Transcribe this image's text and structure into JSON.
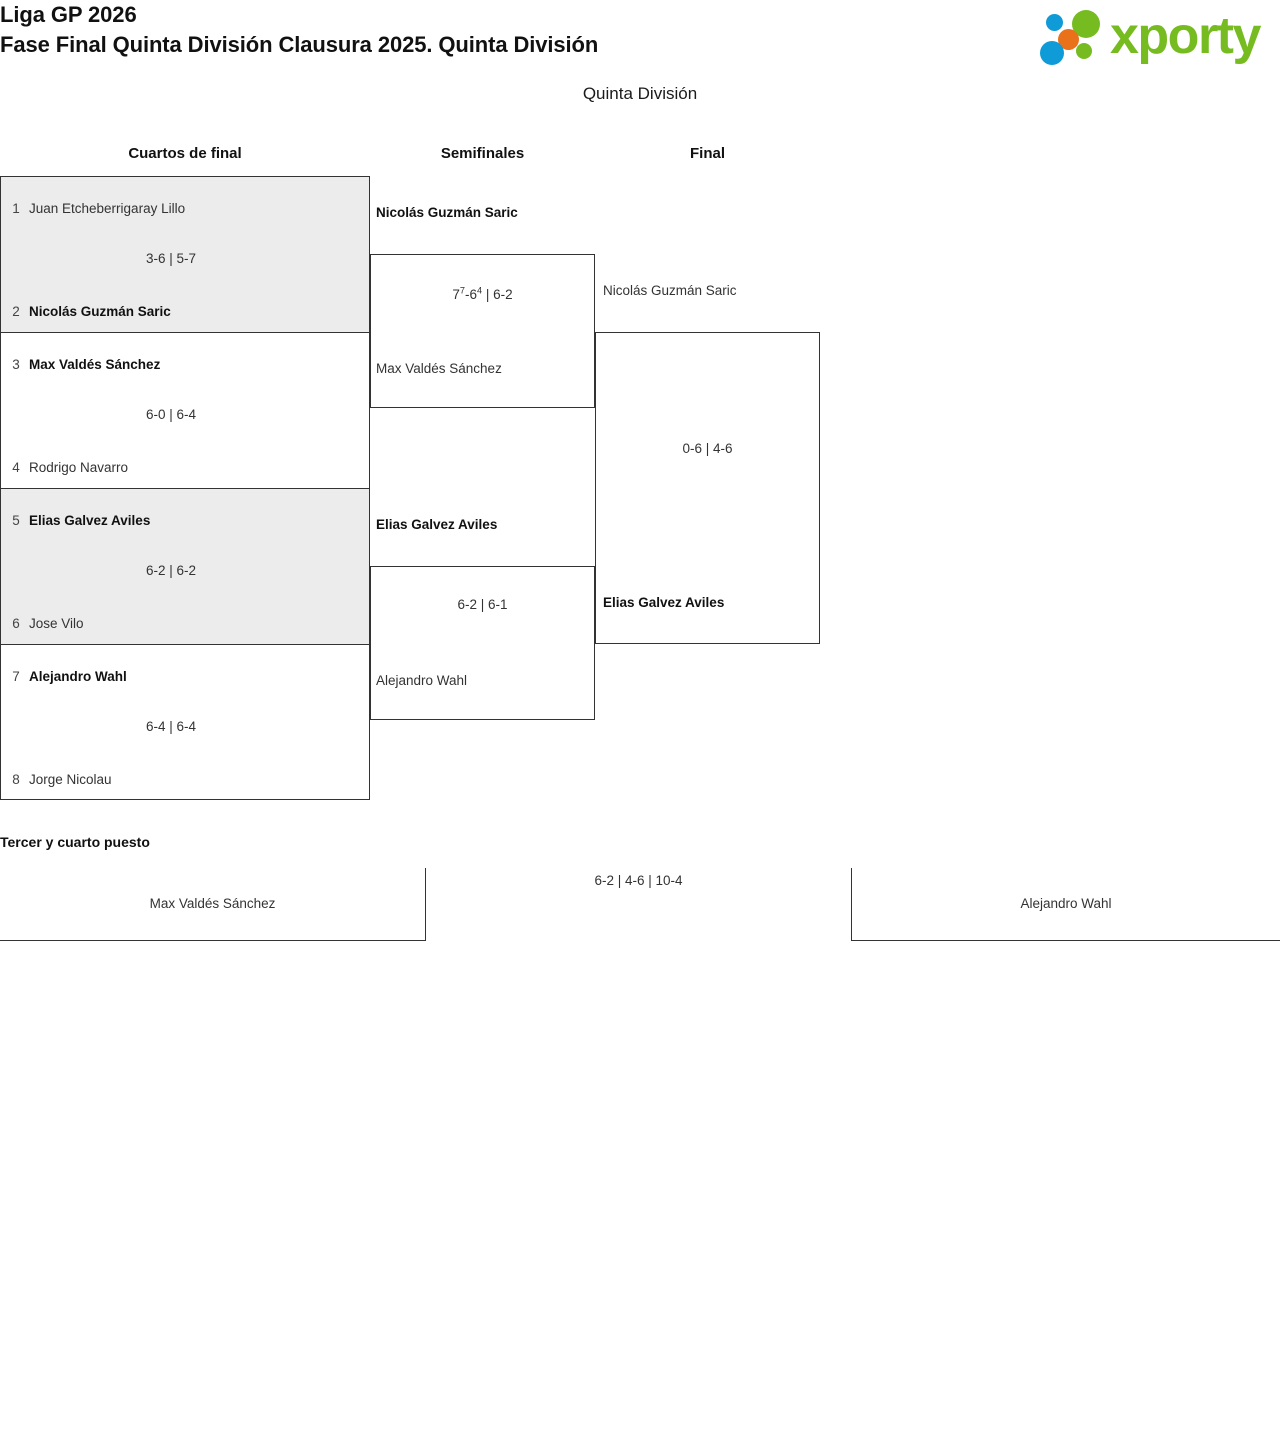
{
  "header": {
    "title_line1": "Liga GP 2026",
    "title_line2": "Fase Final Quinta División Clausura 2025. Quinta División",
    "subtitle": "Quinta División",
    "logo_text": "xporty",
    "logo_colors": {
      "green": "#76bc21",
      "blue": "#0f9bd7",
      "orange": "#e8711a"
    }
  },
  "rounds": {
    "quarterfinals_label": "Cuartos de final",
    "semifinals_label": "Semifinales",
    "final_label": "Final"
  },
  "quarterfinals": [
    {
      "shaded": true,
      "top": {
        "seed": "1",
        "name": "Juan Etcheberrigaray Lillo",
        "winner": false
      },
      "bottom": {
        "seed": "2",
        "name": "Nicolás Guzmán Saric",
        "winner": true
      },
      "score": "3-6 | 5-7"
    },
    {
      "shaded": false,
      "top": {
        "seed": "3",
        "name": "Max Valdés Sánchez",
        "winner": true
      },
      "bottom": {
        "seed": "4",
        "name": "Rodrigo Navarro",
        "winner": false
      },
      "score": "6-0 | 6-4"
    },
    {
      "shaded": true,
      "top": {
        "seed": "5",
        "name": "Elias Galvez Aviles",
        "winner": true
      },
      "bottom": {
        "seed": "6",
        "name": "Jose Vilo",
        "winner": false
      },
      "score": "6-2 | 6-2"
    },
    {
      "shaded": false,
      "top": {
        "seed": "7",
        "name": "Alejandro Wahl",
        "winner": true
      },
      "bottom": {
        "seed": "8",
        "name": "Jorge Nicolau",
        "winner": false
      },
      "score": "6-4 | 6-4"
    }
  ],
  "semifinals": [
    {
      "top_name": "Nicolás Guzmán Saric",
      "top_winner": true,
      "bottom_name": "Max Valdés Sánchez",
      "bottom_winner": false,
      "score_html": "7<sup>7</sup>-6<sup>4</sup> | 6-2",
      "score_text": "7(7)-6(4) | 6-2"
    },
    {
      "top_name": "Elias Galvez Aviles",
      "top_winner": true,
      "bottom_name": "Alejandro Wahl",
      "bottom_winner": false,
      "score_html": "6-2 | 6-1",
      "score_text": "6-2 | 6-1"
    }
  ],
  "final": {
    "top_name": "Nicolás Guzmán Saric",
    "top_winner": false,
    "bottom_name": "Elias Galvez Aviles",
    "bottom_winner": true,
    "score": "0-6 | 4-6"
  },
  "third_place": {
    "title": "Tercer y cuarto puesto",
    "left_name": "Max Valdés Sánchez",
    "right_name": "Alejandro Wahl",
    "score": "6-2 | 4-6 | 10-4"
  }
}
